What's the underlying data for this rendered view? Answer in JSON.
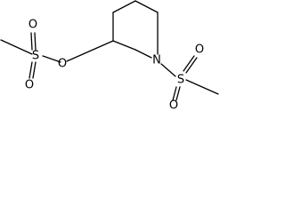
{
  "molecule": {
    "atoms": {
      "ring_nitrogen": "N",
      "ester_oxygen": "O",
      "left_sulfur": "S",
      "left_sulfonyl_oxygen_top": "O",
      "left_sulfonyl_oxygen_bottom": "O",
      "right_sulfur": "S",
      "right_sulfonyl_oxygen_top": "O",
      "right_sulfonyl_oxygen_bottom": "O"
    }
  }
}
